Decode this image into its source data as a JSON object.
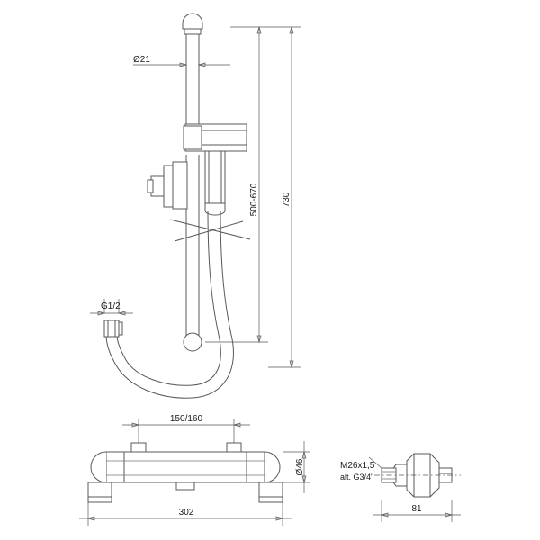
{
  "drawing": {
    "title": "Technical dimension drawing - shower set with thermostatic mixer",
    "labels": {
      "dia21": "Ø21",
      "adjust_range": "500-670",
      "total_height": "730",
      "g12": "G1/2",
      "rail_centers": "150/160",
      "body_width": "302",
      "dia46": "Ø46",
      "thread": "M26x1,5",
      "thread_alt": "alt. G3/4\"",
      "inlet_depth": "81"
    },
    "colors": {
      "line": "#58585a",
      "text": "#1a1a1a",
      "background": "#ffffff"
    }
  }
}
